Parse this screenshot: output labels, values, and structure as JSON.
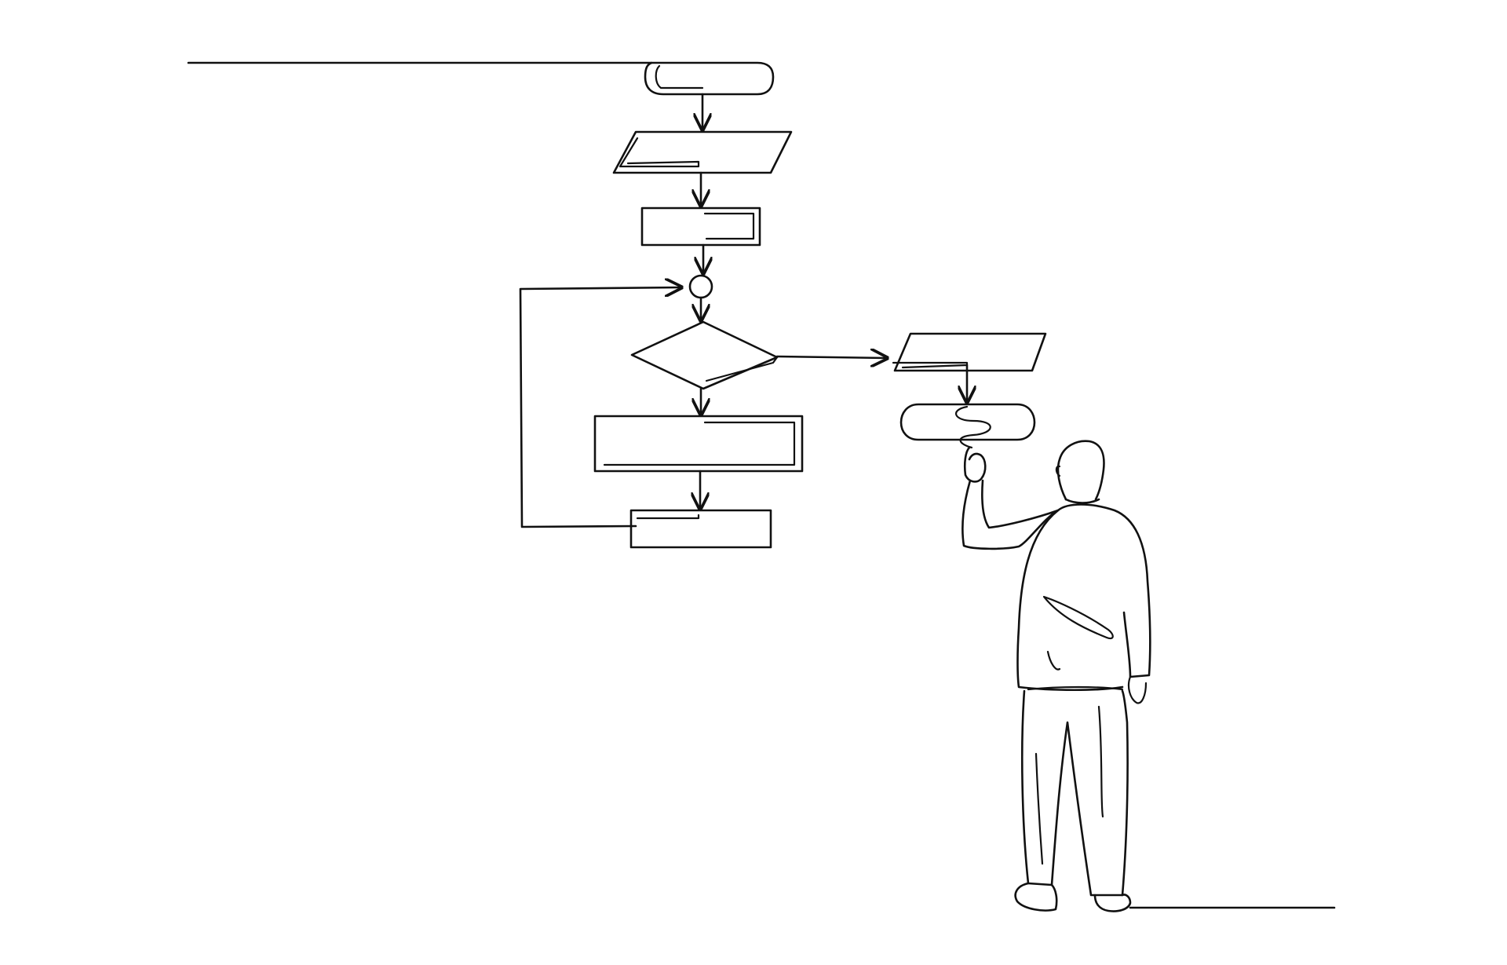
{
  "illustration": {
    "background_color": "#ffffff",
    "line_color": "#111111",
    "style": "continuous-line-drawing",
    "subject": "businessman-drawing-flowchart",
    "flowchart": {
      "shapes": [
        "terminator",
        "input-output",
        "process",
        "connector",
        "decision",
        "process",
        "process",
        "input-output",
        "terminator"
      ]
    }
  }
}
